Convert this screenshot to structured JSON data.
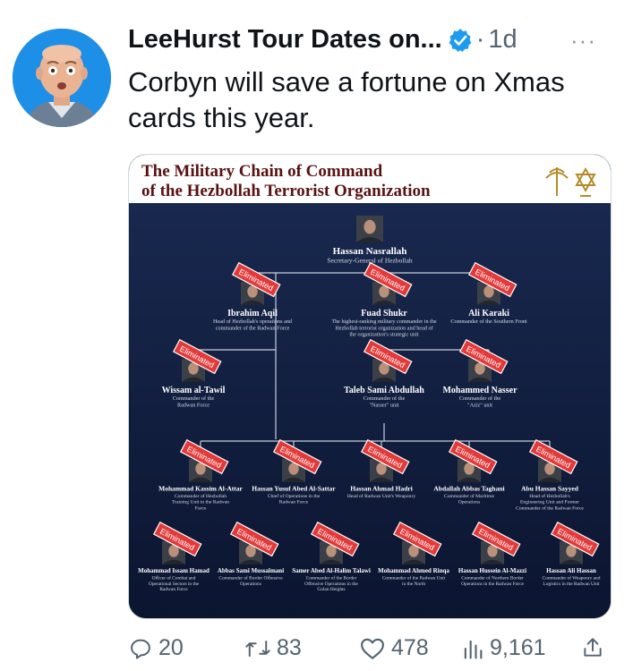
{
  "author": {
    "name": "LeeHurst Tour Dates on...",
    "verified": true,
    "time": "1d",
    "more_icon": "more-horizontal-icon"
  },
  "tweet": {
    "text": "Corbyn will save a fortune on Xmas cards this year."
  },
  "chart": {
    "title_line1": "The Military Chain of Command",
    "title_line2": "of the Hezbollah Terrorist Organization",
    "stamp": "Eliminated",
    "top": {
      "name": "Hassan Nasrallah",
      "role": "Secretary-General of Hezbollah"
    },
    "level2": [
      {
        "name": "Ibrahim Aqil",
        "role": "Head of Hezbollah's operations and commander of the Radwan Force"
      },
      {
        "name": "Fuad Shukr",
        "role": "The highest-ranking military commander in the Hezbollah terrorist organization and head of the organization's strategic unit"
      },
      {
        "name": "Ali Karaki",
        "role": "Commander of the Southern Front"
      }
    ],
    "level3": [
      {
        "name": "Wissam al-Tawil",
        "role": "Commander of the Radwan Force"
      },
      {
        "name": "Taleb Sami Abdullah",
        "role": "Commander of the \"Nasser\" unit"
      },
      {
        "name": "Mohammed Nasser",
        "role": "Commander of the \"Aziz\" unit"
      }
    ],
    "level4": [
      {
        "name": "Mohammad Kassim Al-Attar",
        "role": "Commander of Hezbollah Training Unit in the Radwan Force"
      },
      {
        "name": "Hassan Yusuf Abed Al-Sattar",
        "role": "Chief of Operations in the Radwan Force"
      },
      {
        "name": "Hassan Ahmad Hadri",
        "role": "Head of Radwan Unit's Weaponry"
      },
      {
        "name": "Abdallah Abbas Taghani",
        "role": "Commander of Maritime Operations"
      },
      {
        "name": "Abu Hassan Sayyed",
        "role": "Head of Hezbollah's Engineering Unit and Former Commander of the Radwan Force"
      }
    ],
    "level5": [
      {
        "name": "Mohammad Issam Hamad",
        "role": "Officer of Combat and Operational Sectors in the Radwan Force"
      },
      {
        "name": "Abbas Sami Mussalmani",
        "role": "Commander of Border Offensive Operations"
      },
      {
        "name": "Samer Abed Al-Halim Talawi",
        "role": "Commander of the Border Offensive Operations in the Golan Heights"
      },
      {
        "name": "Mohammad Ahmed Rinqa",
        "role": "Commander of the Radwan Unit in the North"
      },
      {
        "name": "Hassan Hussein Al-Mazzi",
        "role": "Commander of Northern Border Operations in the Radwan Force"
      },
      {
        "name": "Hassan Ali Hassan",
        "role": "Commander of Weaponry and Logistics in the Radwan Unit"
      }
    ]
  },
  "actions": {
    "replies": "20",
    "retweets": "83",
    "likes": "478",
    "views": "9,161"
  }
}
